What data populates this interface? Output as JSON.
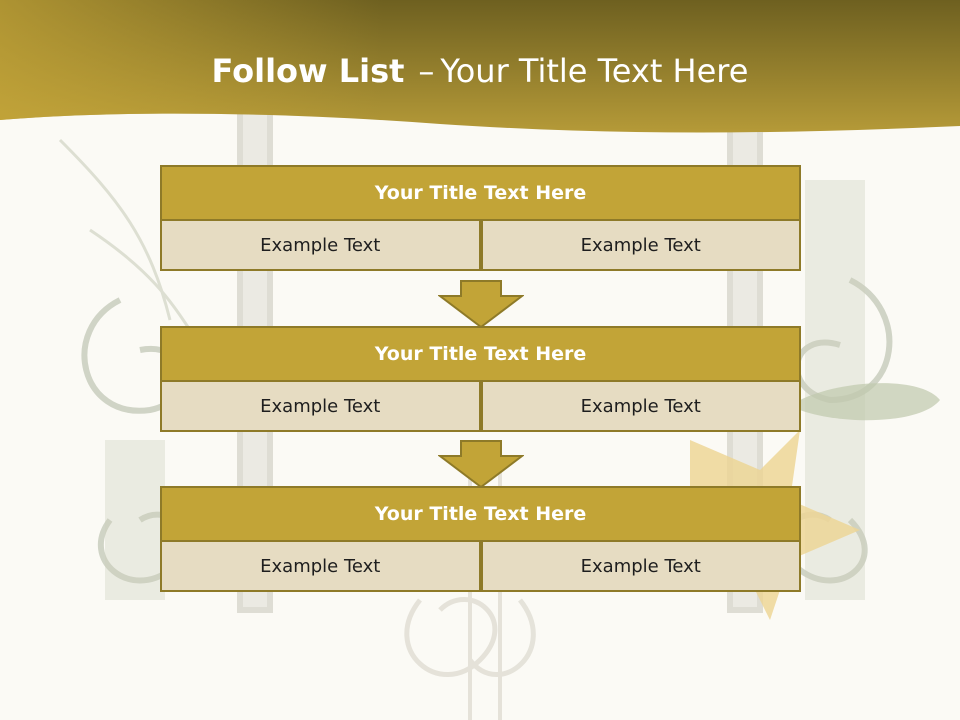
{
  "slide": {
    "title_bold": "Follow List",
    "title_sep": "–",
    "title_rest": "Your Title Text Here"
  },
  "colors": {
    "header_dark": "#6e6020",
    "header_light": "#c2a437",
    "box_title": "#c2a437",
    "box_cell": "#e6dcc2",
    "border": "#8e7a28"
  },
  "blocks": [
    {
      "title": "Your Title Text Here",
      "cells": [
        "Example Text",
        "Example Text"
      ]
    },
    {
      "title": "Your Title Text Here",
      "cells": [
        "Example Text",
        "Example Text"
      ]
    },
    {
      "title": "Your Title Text Here",
      "cells": [
        "Example Text",
        "Example Text"
      ]
    }
  ]
}
